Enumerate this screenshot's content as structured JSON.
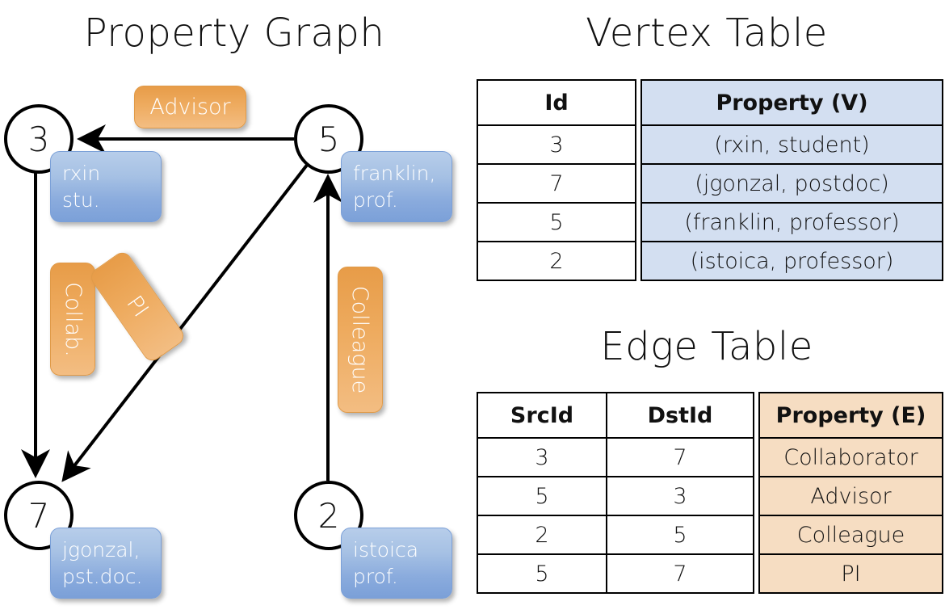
{
  "graph": {
    "title": "Property Graph",
    "nodes": [
      {
        "id": "3",
        "property": "rxin\nstu.",
        "prop_line1": "rxin",
        "prop_line2": "stu."
      },
      {
        "id": "5",
        "property": "franklin, prof.",
        "prop_line1": "franklin,",
        "prop_line2": "prof."
      },
      {
        "id": "7",
        "property": "jgonzal, pst.doc.",
        "prop_line1": "jgonzal,",
        "prop_line2": "pst.doc."
      },
      {
        "id": "2",
        "property": "istoica prof.",
        "prop_line1": "istoica",
        "prop_line2": "prof."
      }
    ],
    "edge_labels": [
      {
        "name": "advisor",
        "text": "Advisor",
        "from": "5",
        "to": "3"
      },
      {
        "name": "collaborator",
        "text": "Collab.",
        "from": "3",
        "to": "7"
      },
      {
        "name": "pi",
        "text": "PI",
        "from": "5",
        "to": "7"
      },
      {
        "name": "colleague",
        "text": "Colleague",
        "from": "2",
        "to": "5"
      }
    ],
    "colors": {
      "vertex_badge": "#8aabdd",
      "edge_badge": "#eeab5f",
      "node_stroke": "#000000"
    }
  },
  "vertex_table": {
    "title": "Vertex Table",
    "headers": [
      "Id",
      "Property (V)"
    ],
    "rows": [
      {
        "id": "3",
        "property": "(rxin, student)"
      },
      {
        "id": "7",
        "property": "(jgonzal, postdoc)"
      },
      {
        "id": "5",
        "property": "(franklin, professor)"
      },
      {
        "id": "2",
        "property": "(istoica, professor)"
      }
    ],
    "highlight_color": "#d3dff1"
  },
  "edge_table": {
    "title": "Edge Table",
    "headers": [
      "SrcId",
      "DstId",
      "Property (E)"
    ],
    "rows": [
      {
        "src": "3",
        "dst": "7",
        "property": "Collaborator"
      },
      {
        "src": "5",
        "dst": "3",
        "property": "Advisor"
      },
      {
        "src": "2",
        "dst": "5",
        "property": "Colleague"
      },
      {
        "src": "5",
        "dst": "7",
        "property": "PI"
      }
    ],
    "highlight_color": "#f6ddc2"
  }
}
